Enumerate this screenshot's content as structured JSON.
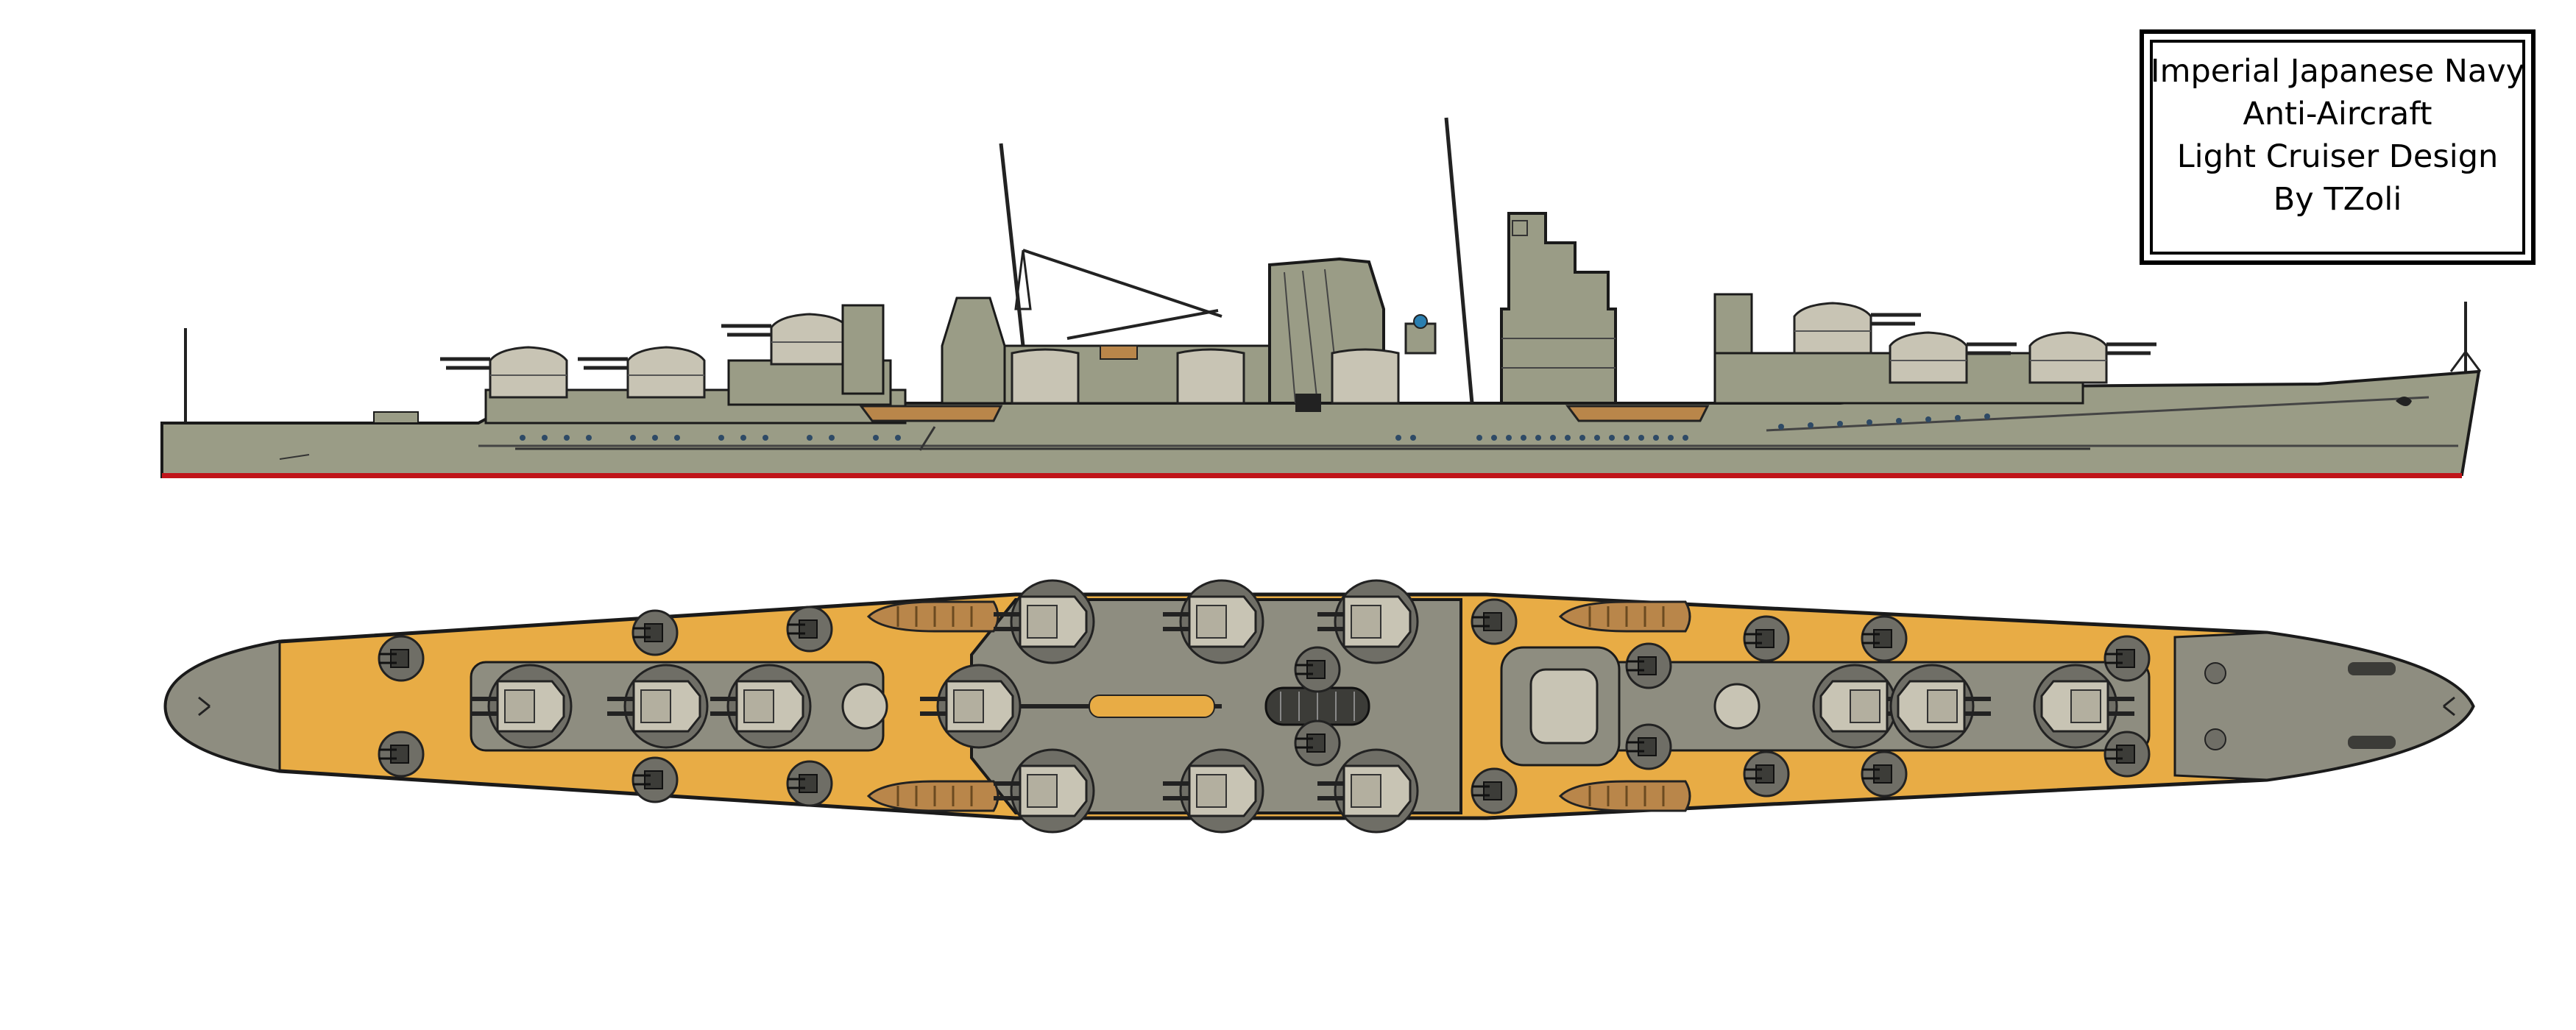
{
  "title_block": {
    "line1": "Imperial Japanese Navy",
    "line2": "Anti-Aircraft",
    "line3": "Light Cruiser Design",
    "line4": "By TZoli"
  },
  "colors": {
    "hull_gray": "#9a9c86",
    "deck_tan": "#e8ac45",
    "deck_gray": "#8e8d80",
    "turret_light": "#c8c4b4",
    "dark_gray": "#6f6e66",
    "boot_red": "#c0141a",
    "boat_brown": "#b9864a",
    "outline": "#1a1a1a"
  }
}
